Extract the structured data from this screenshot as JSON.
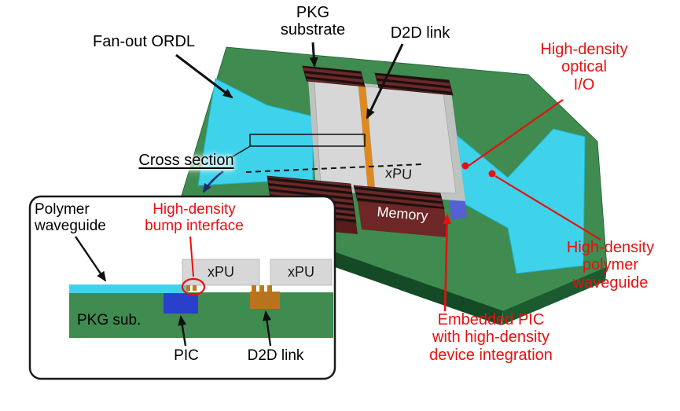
{
  "figure": {
    "labels": {
      "fan_out_ordl": "Fan-out ORDL",
      "pkg_substrate": "PKG\nsubstrate",
      "d2d_link": "D2D link",
      "optical_io": "High-density\noptical\nI/O",
      "cross_section": "Cross section",
      "xpu": "xPU",
      "memory": "Memory",
      "polymer_waveguide": "High-density\npolymer\nwaveguide",
      "embedded_pic": "Embedded PIC\nwith high-density\ndevice integration"
    },
    "inset": {
      "polymer_waveguide": "Polymer\nwaveguide",
      "bump_interface": "High-density\nbump interface",
      "xpu_left": "xPU",
      "xpu_right": "xPU",
      "pkg_sub": "PKG sub.",
      "pic": "PIC",
      "d2d_link": "D2D link"
    },
    "colors": {
      "board_green": "#3f8b50",
      "board_edge_dark": "#1c5a30",
      "board_edge_darker": "#154a26",
      "waveguide_cyan": "#3ed3ea",
      "die_gray": "#d7d7d7",
      "chip_base_gray": "#bfc3bf",
      "memory_maroon": "#6d2828",
      "memory_dark": "#571c1c",
      "memory_front": "#6e2626",
      "d2d_orange": "#e0881e",
      "d2d_brown": "#b8741c",
      "pic_blue": "#2840cc",
      "pic_strip_blue": "#5560d2",
      "bump_copper": "#c07818",
      "label_red": "#e81010",
      "arrow_navy": "#1a2a6e"
    }
  }
}
